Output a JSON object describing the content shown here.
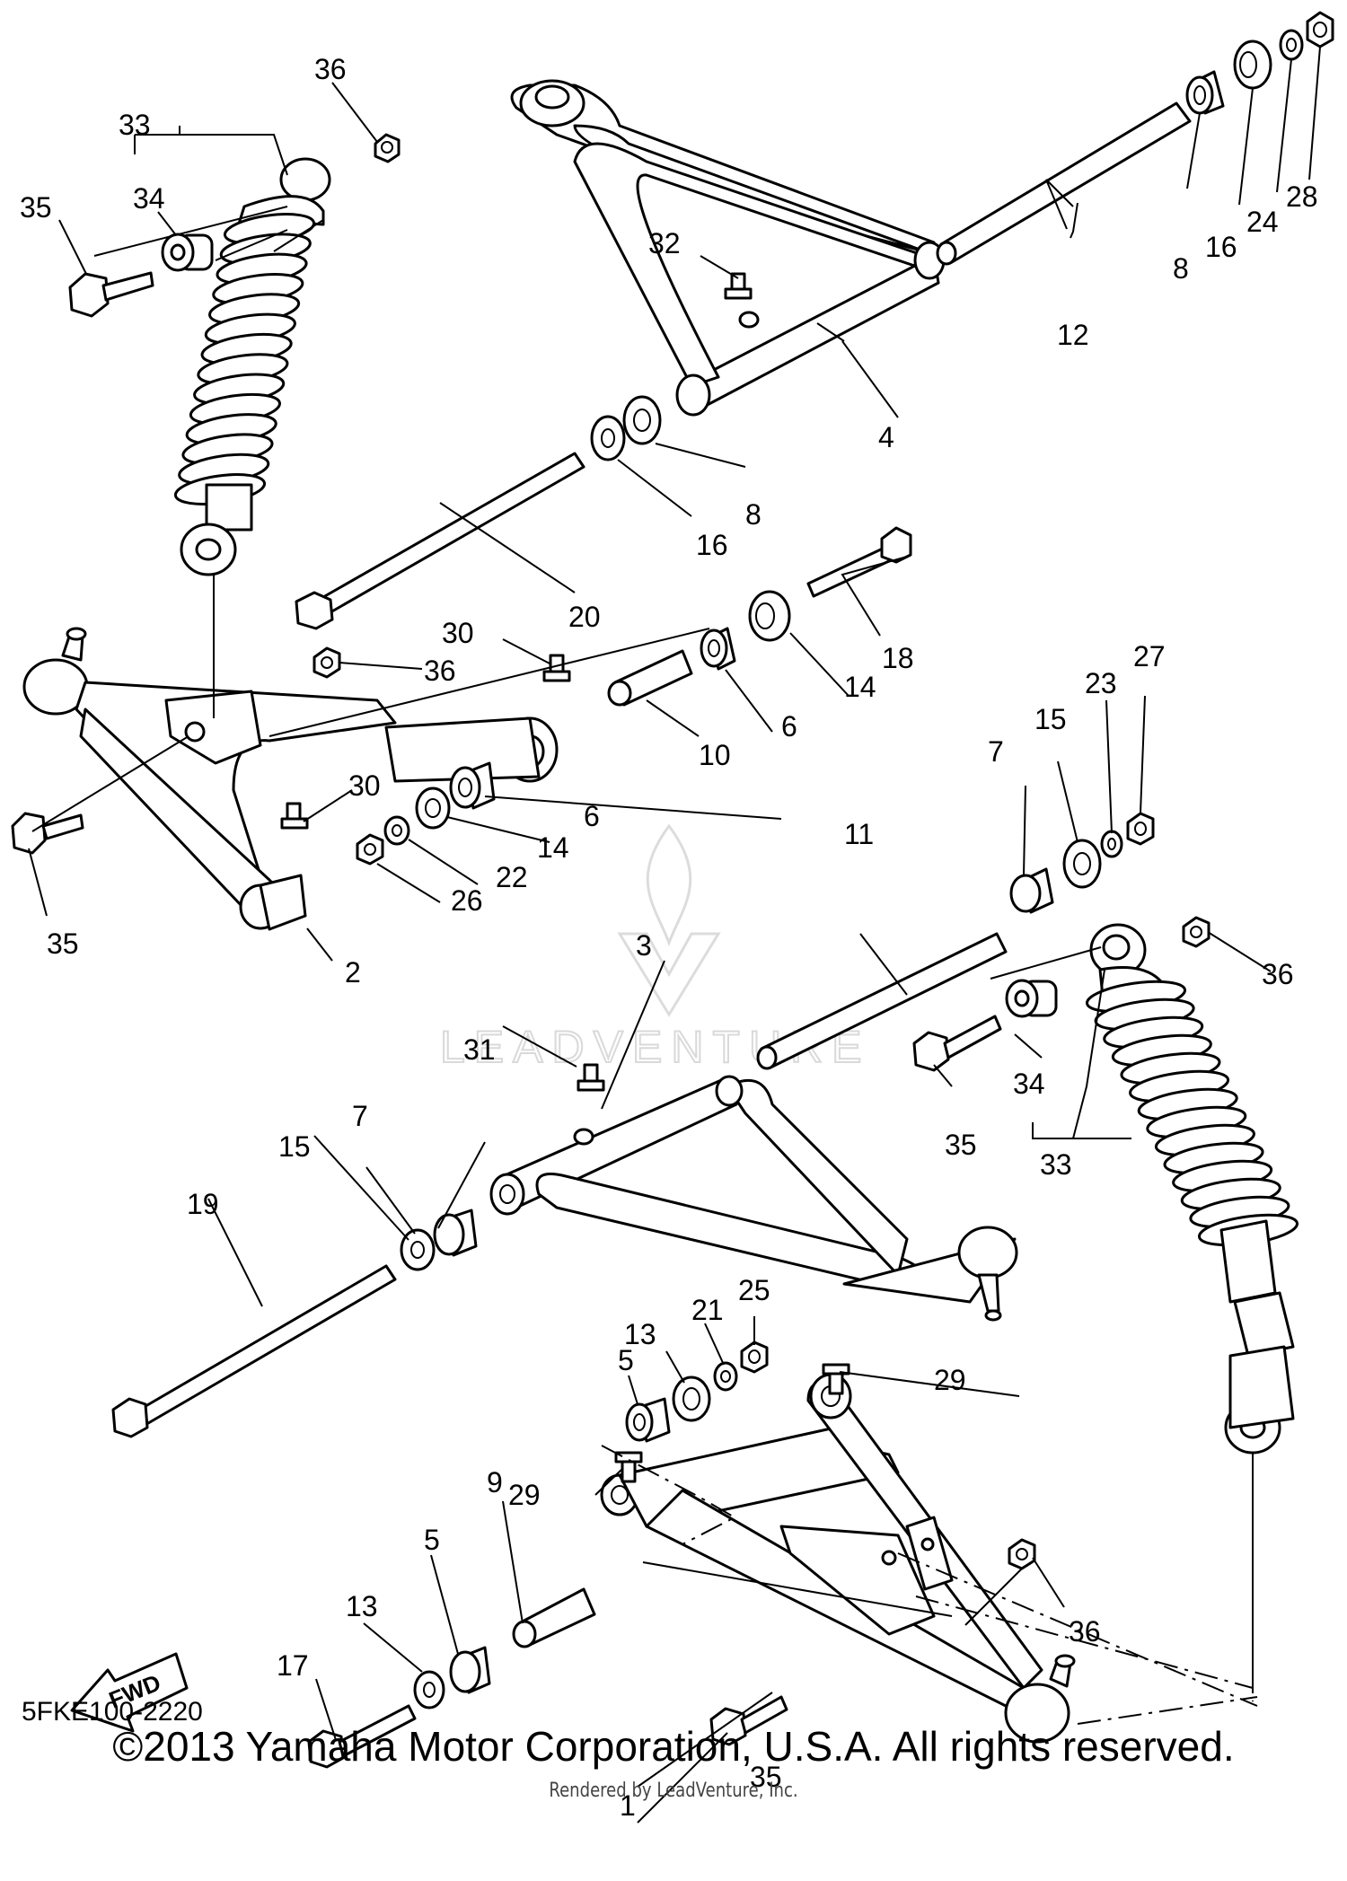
{
  "diagram_code": "5FKE100-2220",
  "copyright": "©2013 Yamaha Motor Corporation, U.S.A. All rights reserved.",
  "rendered_by": "Rendered by LeadVenture, Inc.",
  "watermark": "LEADVENTURE",
  "fwd_label": "FWD",
  "callouts": [
    "36",
    "33",
    "34",
    "35",
    "32",
    "12",
    "8",
    "16",
    "24",
    "28",
    "4",
    "8",
    "16",
    "20",
    "18",
    "30",
    "36",
    "14",
    "6",
    "10",
    "35",
    "30",
    "22",
    "14",
    "6",
    "26",
    "2",
    "27",
    "23",
    "15",
    "7",
    "11",
    "3",
    "36",
    "31",
    "35",
    "34",
    "33",
    "7",
    "15",
    "19",
    "25",
    "21",
    "13",
    "5",
    "29",
    "29",
    "9",
    "5",
    "13",
    "17",
    "36",
    "1",
    "35"
  ]
}
